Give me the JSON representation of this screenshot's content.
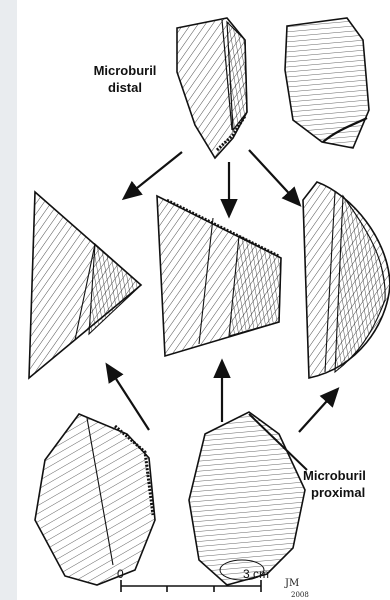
{
  "labels": {
    "distal_line1": "Microburil",
    "distal_line2": "distal",
    "proximal_line1": "Microburil",
    "proximal_line2": "proximal"
  },
  "scale": {
    "start_label": "0",
    "end_label": "3 cm"
  },
  "signature": {
    "initials": "JM",
    "year": "2008"
  },
  "colors": {
    "ink": "#111111",
    "paper": "#ffffff",
    "margin": "#e9ecef"
  }
}
